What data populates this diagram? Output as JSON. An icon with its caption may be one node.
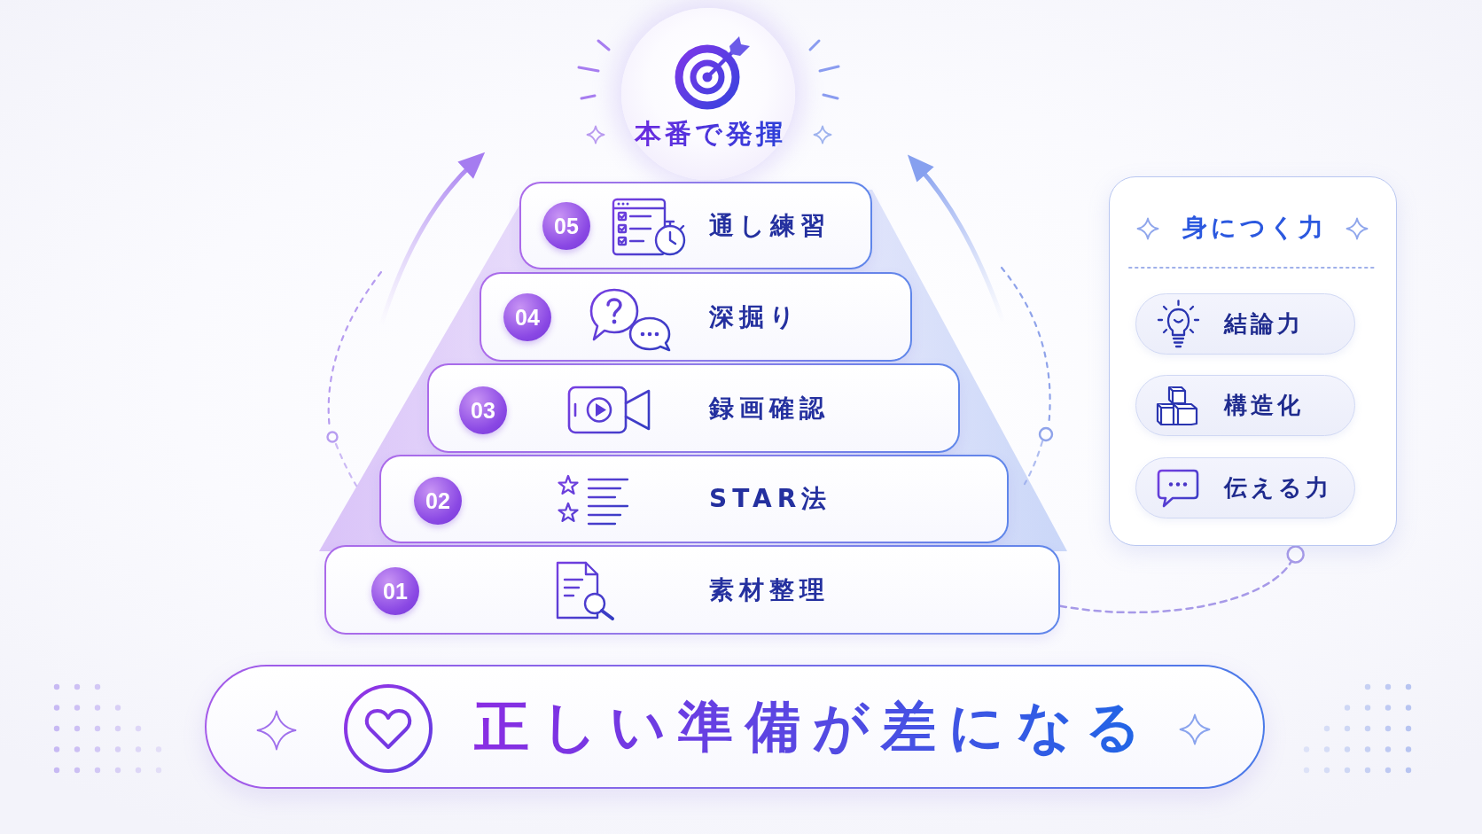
{
  "diagram": {
    "nodes": [
      {
        "text": [
          "本番で発揮"
        ]
      },
      {
        "text": [
          "通し練習"
        ]
      },
      {
        "text": [
          "05"
        ],
        "in": 1
      },
      {
        "text": [
          "深掘り"
        ]
      },
      {
        "text": [
          "04"
        ],
        "in": 3
      },
      {
        "text": [
          "録画確認"
        ]
      },
      {
        "text": [
          "03"
        ],
        "in": 5
      },
      {
        "text": [
          "STAR法"
        ]
      },
      {
        "text": [
          "02"
        ],
        "in": 7
      },
      {
        "text": [
          "素材整理"
        ]
      },
      {
        "text": [
          "01"
        ],
        "in": 9
      },
      {
        "text": [
          "身につく力"
        ]
      },
      {
        "text": [
          "結論力"
        ],
        "in": 11
      },
      {
        "text": [
          "構造化"
        ],
        "in": 11
      },
      {
        "text": [
          "伝える力"
        ],
        "in": 11
      },
      {
        "text": [
          "正しい準備が差になる"
        ]
      }
    ],
    "edges": [
      {
        "from": 9,
        "to": 11,
        "arrow": "other",
        "style": "dashed"
      }
    ]
  }
}
